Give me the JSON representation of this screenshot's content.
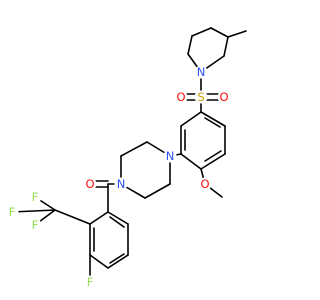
{
  "molecule": {
    "atoms": {
      "N_pip": {
        "label": "N",
        "color": "#3050F8"
      },
      "S": {
        "label": "S",
        "color": "#C8A000"
      },
      "O_s1": {
        "label": "O",
        "color": "#FF0D0D"
      },
      "O_s2": {
        "label": "O",
        "color": "#FF0D0D"
      },
      "N_pz1": {
        "label": "N",
        "color": "#3050F8"
      },
      "N_pz2": {
        "label": "N",
        "color": "#3050F8"
      },
      "O_co": {
        "label": "O",
        "color": "#FF0D0D"
      },
      "O_me": {
        "label": "O",
        "color": "#FF0D0D"
      },
      "F_1": {
        "label": "F",
        "color": "#90E050"
      },
      "F_2": {
        "label": "F",
        "color": "#90E050"
      },
      "F_3": {
        "label": "F",
        "color": "#90E050"
      },
      "F_ar": {
        "label": "F",
        "color": "#90E050"
      }
    }
  }
}
